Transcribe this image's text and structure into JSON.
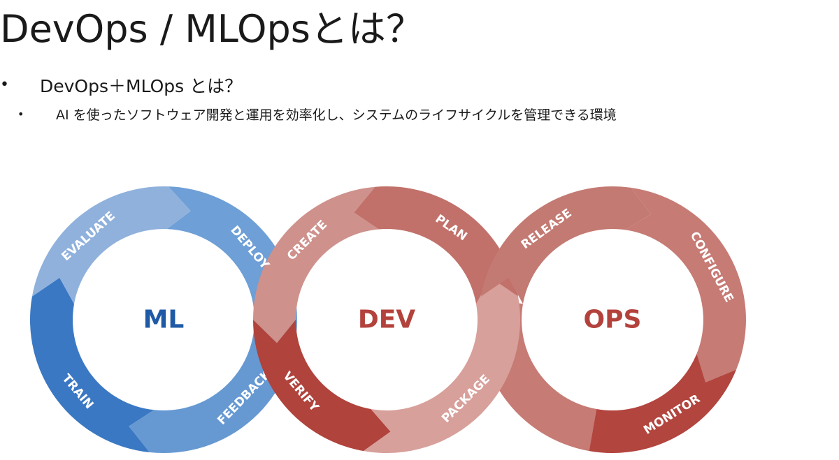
{
  "slide": {
    "title": "DevOps / MLOpsとは？",
    "bullets": [
      {
        "marker": "•",
        "text": "DevOps＋MLOps とは？"
      },
      {
        "marker": "•",
        "text": "AI を使ったソフトウェア開発と運用を効率化し、システムのライフサイクルを管理できる環境"
      }
    ]
  },
  "diagram": {
    "cycles": [
      {
        "label": "ML",
        "label_color": "#1f5aa6",
        "stages": [
          {
            "name": "EVALUATE",
            "color": "#8fb1dc"
          },
          {
            "name": "DEPLOY",
            "color": "#6e9fd6"
          },
          {
            "name": "FEEDBACK",
            "color": "#6699d2"
          },
          {
            "name": "TRAIN",
            "color": "#3b78c3"
          }
        ]
      },
      {
        "label": "DEV",
        "label_color": "#b3423c",
        "stages": [
          {
            "name": "CREATE",
            "color": "#cf918c"
          },
          {
            "name": "PLAN",
            "color": "#c1716a"
          },
          {
            "name": "PACKAGE",
            "color": "#d8a09b"
          },
          {
            "name": "VERIFY",
            "color": "#b0433c"
          }
        ]
      },
      {
        "label": "OPS",
        "label_color": "#b3423c",
        "stages": [
          {
            "name": "RELEASE",
            "color": "#c37a72"
          },
          {
            "name": "CONFIGURE",
            "color": "#c67b74"
          },
          {
            "name": "MONITOR",
            "color": "#b2453e"
          }
        ]
      }
    ]
  }
}
